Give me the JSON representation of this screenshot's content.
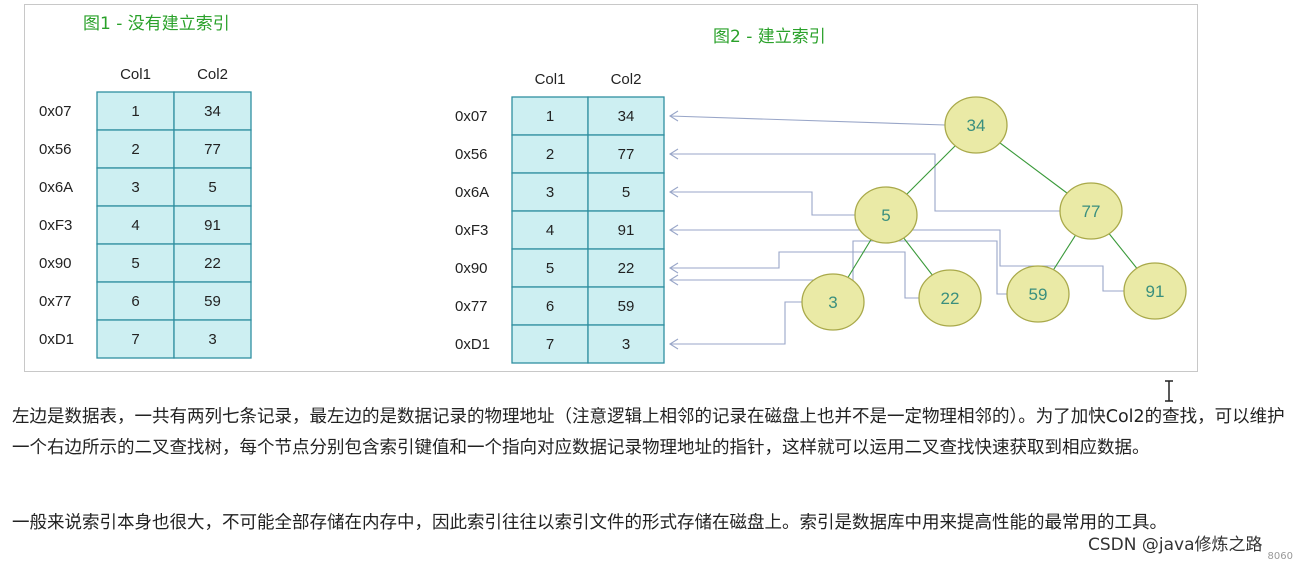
{
  "colors": {
    "title": "#2aa12a",
    "cell_fill": "#cdeff2",
    "cell_border": "#2f8fa0",
    "node_fill": "#eaeaa6",
    "node_border": "#a9a94a",
    "node_text": "#3a8f7e",
    "tree_edge": "#3a9a3a",
    "pointer_line": "#99a6c8"
  },
  "figure1": {
    "title": "图1 - 没有建立索引",
    "columns": [
      "Col1",
      "Col2"
    ],
    "rows": [
      {
        "address": "0x07",
        "col1": "1",
        "col2": "34"
      },
      {
        "address": "0x56",
        "col1": "2",
        "col2": "77"
      },
      {
        "address": "0x6A",
        "col1": "3",
        "col2": "5"
      },
      {
        "address": "0xF3",
        "col1": "4",
        "col2": "91"
      },
      {
        "address": "0x90",
        "col1": "5",
        "col2": "22"
      },
      {
        "address": "0x77",
        "col1": "6",
        "col2": "59"
      },
      {
        "address": "0xD1",
        "col1": "7",
        "col2": "3"
      }
    ]
  },
  "figure2": {
    "title": "图2 - 建立索引",
    "columns": [
      "Col1",
      "Col2"
    ],
    "rows": [
      {
        "address": "0x07",
        "col1": "1",
        "col2": "34"
      },
      {
        "address": "0x56",
        "col1": "2",
        "col2": "77"
      },
      {
        "address": "0x6A",
        "col1": "3",
        "col2": "5"
      },
      {
        "address": "0xF3",
        "col1": "4",
        "col2": "91"
      },
      {
        "address": "0x90",
        "col1": "5",
        "col2": "22"
      },
      {
        "address": "0x77",
        "col1": "6",
        "col2": "59"
      },
      {
        "address": "0xD1",
        "col1": "7",
        "col2": "3"
      }
    ],
    "tree": {
      "nodes": [
        {
          "id": "n34",
          "label": "34",
          "row": 0
        },
        {
          "id": "n5",
          "label": "5",
          "row": 2
        },
        {
          "id": "n77",
          "label": "77",
          "row": 1
        },
        {
          "id": "n3",
          "label": "3",
          "row": 6
        },
        {
          "id": "n22",
          "label": "22",
          "row": 4
        },
        {
          "id": "n59",
          "label": "59",
          "row": 5
        },
        {
          "id": "n91",
          "label": "91",
          "row": 3
        }
      ],
      "edges": [
        [
          "n34",
          "n5"
        ],
        [
          "n34",
          "n77"
        ],
        [
          "n5",
          "n3"
        ],
        [
          "n5",
          "n22"
        ],
        [
          "n77",
          "n59"
        ],
        [
          "n77",
          "n91"
        ]
      ]
    }
  },
  "text": {
    "paragraph1": "左边是数据表，一共有两列七条记录，最左边的是数据记录的物理地址（注意逻辑上相邻的记录在磁盘上也并不是一定物理相邻的）。为了加快Col2的查找，可以维护一个右边所示的二叉查找树，每个节点分别包含索引键值和一个指向对应数据记录物理地址的指针，这样就可以运用二叉查找快速获取到相应数据。",
    "paragraph2": "一般来说索引本身也很大，不可能全部存储在内存中，因此索引往往以索引文件的形式存储在磁盘上。索引是数据库中用来提高性能的最常用的工具。",
    "watermark": "CSDN @java修炼之路",
    "corner_code": "8060"
  }
}
